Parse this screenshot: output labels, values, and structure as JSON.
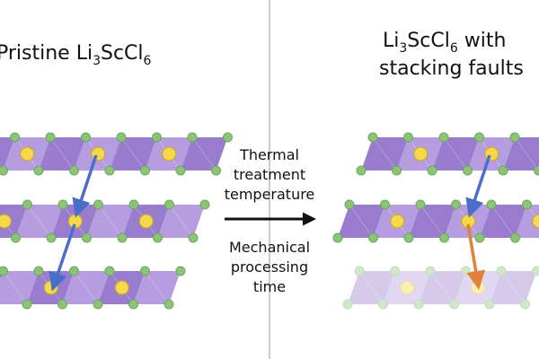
{
  "left_panel": {
    "title_prefix": "Pristine Li",
    "sub1": "3",
    "mid": "ScCl",
    "sub2": "6"
  },
  "right_panel": {
    "title_line1_prefix": "Li",
    "sub1": "3",
    "mid": "ScCl",
    "sub2": "6",
    "title_line1_suffix": " with",
    "title_line2": "stacking faults"
  },
  "middle": {
    "upper_lines": [
      "Thermal",
      "treatment",
      "temperature"
    ],
    "lower_lines": [
      "Mechanical",
      "processing",
      "time"
    ]
  },
  "colors": {
    "octa_dark": "#9a7ccf",
    "octa_light": "#b59de0",
    "chlorine": "#8cc477",
    "scandium": "#f6d84a",
    "li_path": "#4a6fc9",
    "fault_path": "#e0813a",
    "divider": "#9a9a9a"
  }
}
